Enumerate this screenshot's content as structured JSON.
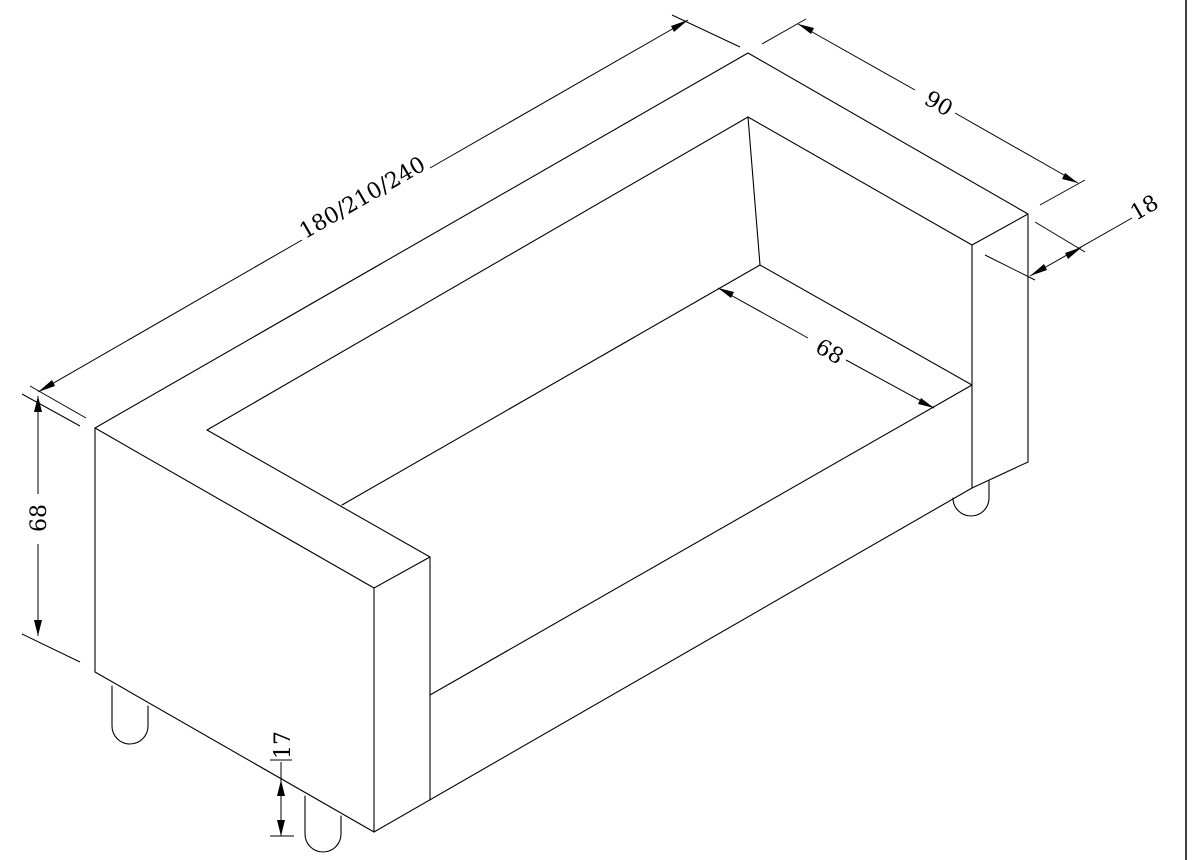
{
  "dimensions": {
    "length": "180/210/240",
    "depth": "90",
    "arm_width": "18",
    "seat_depth": "68",
    "height": "68",
    "leg_height": "17"
  }
}
